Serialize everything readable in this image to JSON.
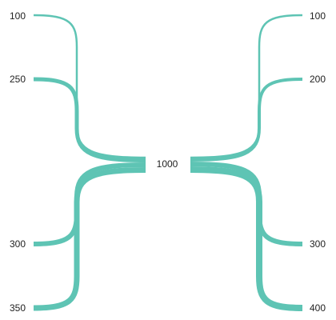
{
  "chart_data": {
    "type": "diagram",
    "center": {
      "value": "1000"
    },
    "left_nodes": [
      {
        "value": "100"
      },
      {
        "value": "250"
      },
      {
        "value": "300"
      },
      {
        "value": "350"
      }
    ],
    "right_nodes": [
      {
        "value": "100"
      },
      {
        "value": "200"
      },
      {
        "value": "300"
      },
      {
        "value": "400"
      }
    ],
    "colors": {
      "flow": "#5ec4b4"
    }
  }
}
